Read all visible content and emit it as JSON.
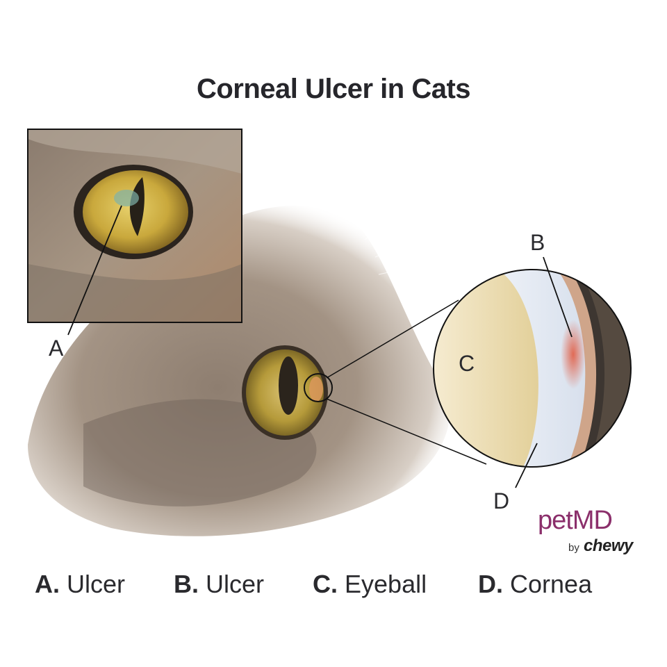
{
  "title": "Corneal Ulcer in Cats",
  "labels": {
    "a": "A",
    "b": "B",
    "c": "C",
    "d": "D"
  },
  "legend": [
    {
      "letter": "A.",
      "text": "Ulcer"
    },
    {
      "letter": "B.",
      "text": "Ulcer"
    },
    {
      "letter": "C.",
      "text": "Eyeball"
    },
    {
      "letter": "D.",
      "text": "Cornea"
    }
  ],
  "logo": {
    "brand": "petMD",
    "by": "by",
    "partner": "chewy"
  },
  "colors": {
    "title": "#26262b",
    "brand": "#8b2f6b",
    "fur": "#9a8a7c",
    "iris": "#b59a3a",
    "ulcer": "#e06a55"
  }
}
